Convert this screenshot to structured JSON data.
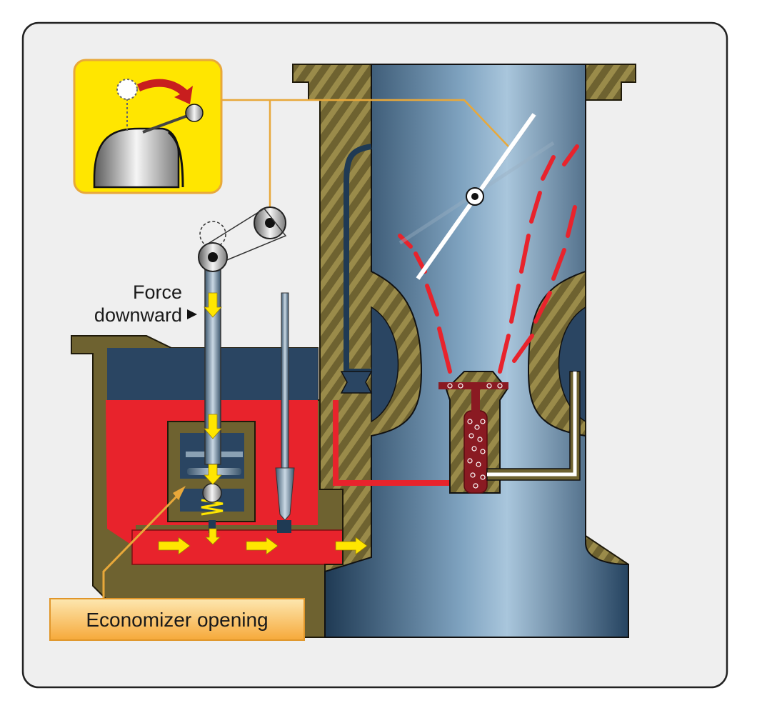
{
  "labels": {
    "force_line1": "Force",
    "force_line2": "downward",
    "economizer": "Economizer opening"
  },
  "colors": {
    "background_panel": "#efefef",
    "casting": "#6e6230",
    "fuel": "#e8232c",
    "bore": "#2f4d68",
    "callout_fill": "#ffe600",
    "callout_border": "#e8a83a",
    "arrow": "#ffe600",
    "label_box": "#fbbf4c"
  },
  "icons": {
    "throttle_lever": "throttle-lever-icon",
    "rotation_arrow": "curved-arrow-icon",
    "flow_arrow": "arrow-right-icon",
    "force_pointer": "triangle-right-icon"
  }
}
